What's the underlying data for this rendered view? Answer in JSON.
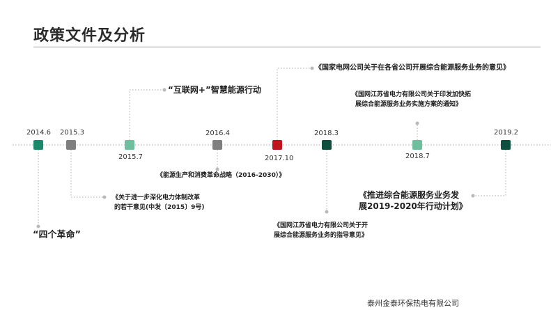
{
  "title": "政策文件及分析",
  "colors": {
    "green": "#1a8a6a",
    "gray": "#7f7f7f",
    "light_green": "#6fbf9f",
    "red": "#c0141e",
    "dark_green": "#0f4f3f",
    "dot_line": "#b9b9b9"
  },
  "milestones": [
    {
      "date": "2014.6",
      "color": "green"
    },
    {
      "date": "2015.3",
      "color": "gray"
    },
    {
      "date": "2015.7",
      "color": "light_green"
    },
    {
      "date": "2016.4",
      "color": "gray"
    },
    {
      "date": "2017.10",
      "color": "red"
    },
    {
      "date": "2018.3",
      "color": "dark_green"
    },
    {
      "date": "2018.7",
      "color": "light_green"
    },
    {
      "date": "2019.2",
      "color": "dark_green"
    }
  ],
  "notes": {
    "n2014": "“四个革命”",
    "n2015_3_line1": "《关于进一步深化电力体制改革",
    "n2015_3_line2": "的若干意见(中发〔2015〕9号)",
    "n2015_7": "“互联网+”智慧能源行动",
    "n2016_4": "《能源生产和消费革命战略（2016-2030）》",
    "n2017_10": "《国家电网公司关于在各省公司开展综合能源服务业务的意见》",
    "n2018_3_line1": "《国网江苏省电力有限公司关于开",
    "n2018_3_line2": "展综合能源服务业务的指导意见》",
    "n2018_7_line1": "《国网江苏省电力有限公司关于印发加快拓",
    "n2018_7_line2": "展综合能源服务业务实施方案的通知》",
    "n2019_2_line1": "《推进综合能源服务业务发",
    "n2019_2_line2": "展2019-2020年行动计划》"
  },
  "footer": "泰州金泰环保热电有限公司"
}
